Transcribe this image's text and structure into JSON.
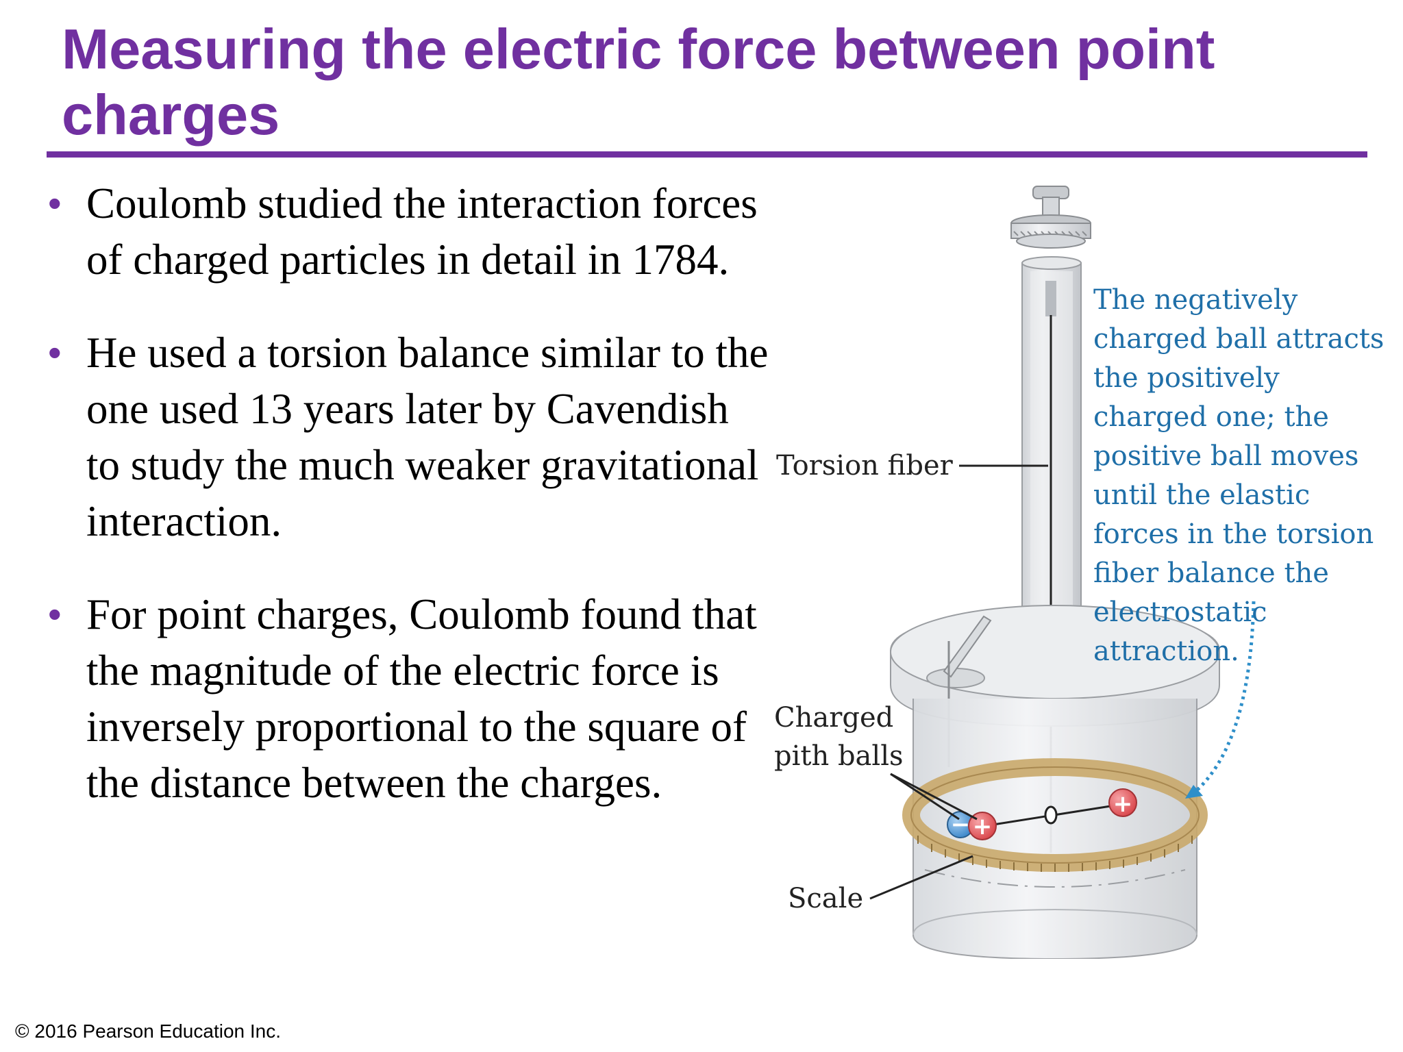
{
  "slide": {
    "title": "Measuring the electric force between point charges",
    "copyright": "© 2016 Pearson Education Inc."
  },
  "bullets": [
    {
      "text": "Coulomb studied the interaction forces of charged particles in detail in 1784."
    },
    {
      "text": "He used a torsion balance similar to the one used 13 years later by Cavendish to study the much weaker gravitational interaction."
    },
    {
      "text": "For point charges, Coulomb found that the magnitude of the electric force is inversely proportional to the square of the distance between the charges."
    }
  ],
  "figure": {
    "labels": {
      "torsion_fiber": "Torsion fiber",
      "pith_balls_line1": "Charged",
      "pith_balls_line2": "pith balls",
      "scale": "Scale"
    },
    "caption": "The negatively charged ball attracts the positively charged one; the positive ball moves until the elastic forces in the torsion fiber balance the electrostatic attraction.",
    "charge_symbols": {
      "negative": "−",
      "positive": "+"
    },
    "colors": {
      "title": "#7030a0",
      "caption": "#1f6fa8",
      "positive_ball": "#d9454a",
      "negative_ball": "#3b86c9",
      "scale_ring": "#c9a86a"
    }
  }
}
